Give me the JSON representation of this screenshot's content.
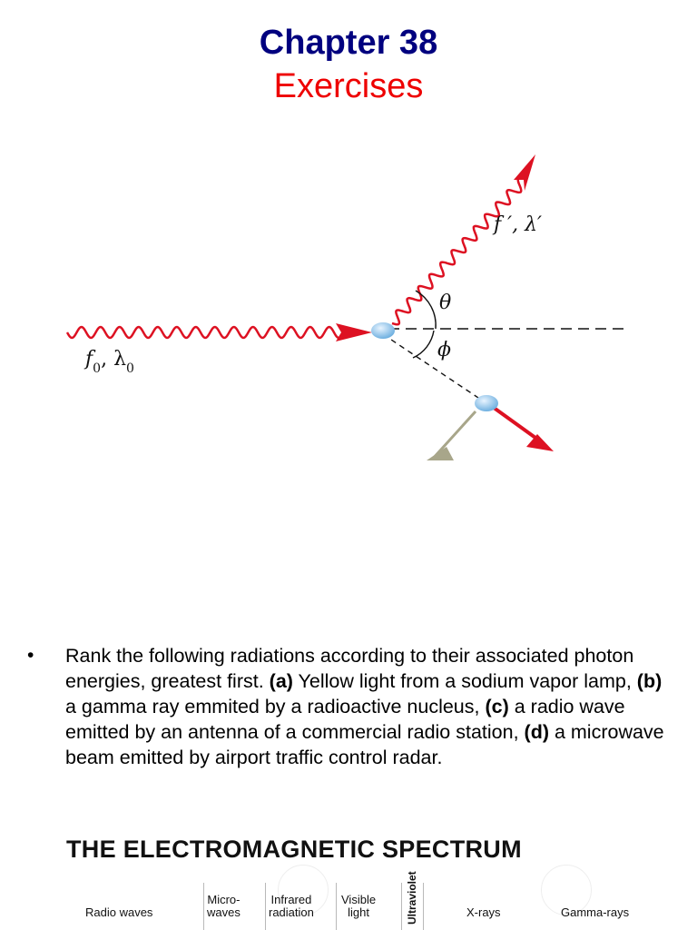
{
  "header": {
    "chapter": "Chapter 38",
    "subtitle": "Exercises",
    "chapter_color": "#00007f",
    "subtitle_color": "#ee0000"
  },
  "diagram": {
    "incident_label_main": "f",
    "incident_label_sub1": "0",
    "incident_label_mid": ", λ",
    "incident_label_sub2": "0",
    "scattered_label": "f ′, λ′",
    "theta_label": "θ",
    "phi_label": "ϕ",
    "wave_color": "#dd1122",
    "electron_color": "#8fc3e8"
  },
  "question": {
    "p1": "Rank the following radiations according to their associated photon energies, greatest first. ",
    "a": "(a)",
    "p2": " Yellow light from a sodium vapor lamp, ",
    "b": "(b)",
    "p3": " a gamma ray emmited by a radioactive nucleus, ",
    "c": "(c)",
    "p4": " a radio wave emitted by an antenna of a commercial radio station, ",
    "d": "(d)",
    "p5": " a microwave beam emitted by airport traffic control radar."
  },
  "spectrum": {
    "title": "THE ELECTROMAGNETIC SPECTRUM",
    "bands": {
      "radio": "Radio waves",
      "micro_1": "Micro-",
      "micro_2": "waves",
      "infrared_1": "Infrared",
      "infrared_2": "radiation",
      "visible_1": "Visible",
      "visible_2": "light",
      "uv": "Ultraviolet",
      "xray": "X-rays",
      "gamma": "Gamma-rays"
    }
  }
}
